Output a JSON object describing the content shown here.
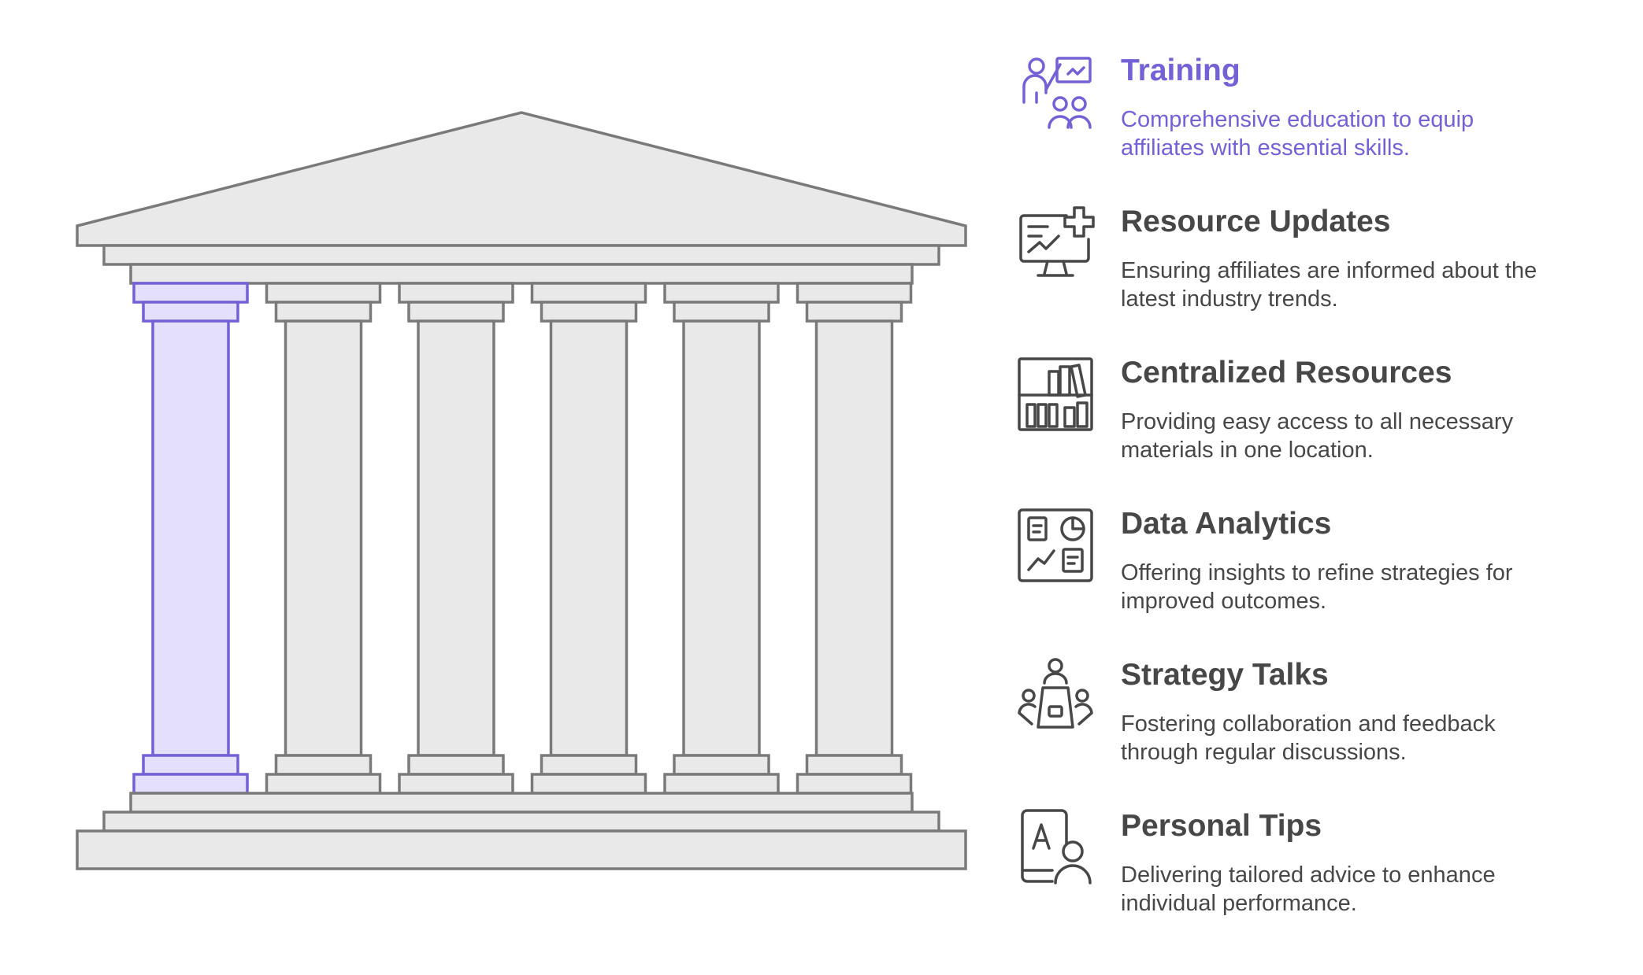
{
  "colors": {
    "active": "#7561d6",
    "active_fill": "#e4e0fb",
    "stroke": "#7a7a7a",
    "fill": "#e9e9e9",
    "text": "#474747",
    "icon": "#474747"
  },
  "pillars": [
    {
      "title": "Training",
      "description": "Comprehensive education to equip affiliates with essential skills.",
      "icon": "trainer-presentation-icon",
      "active": true
    },
    {
      "title": "Resource Updates",
      "description": "Ensuring affiliates are informed about the latest industry trends.",
      "icon": "monitor-chart-plus-icon",
      "active": false
    },
    {
      "title": "Centralized Resources",
      "description": "Providing easy access to all necessary materials in one location.",
      "icon": "bookshelf-icon",
      "active": false
    },
    {
      "title": "Data Analytics",
      "description": "Offering insights to refine strategies for improved outcomes.",
      "icon": "analytics-dashboard-icon",
      "active": false
    },
    {
      "title": "Strategy Talks",
      "description": "Fostering collaboration and feedback through regular discussions.",
      "icon": "meeting-table-icon",
      "active": false
    },
    {
      "title": "Personal Tips",
      "description": "Delivering tailored advice to enhance individual performance.",
      "icon": "personal-guide-icon",
      "active": false
    }
  ]
}
